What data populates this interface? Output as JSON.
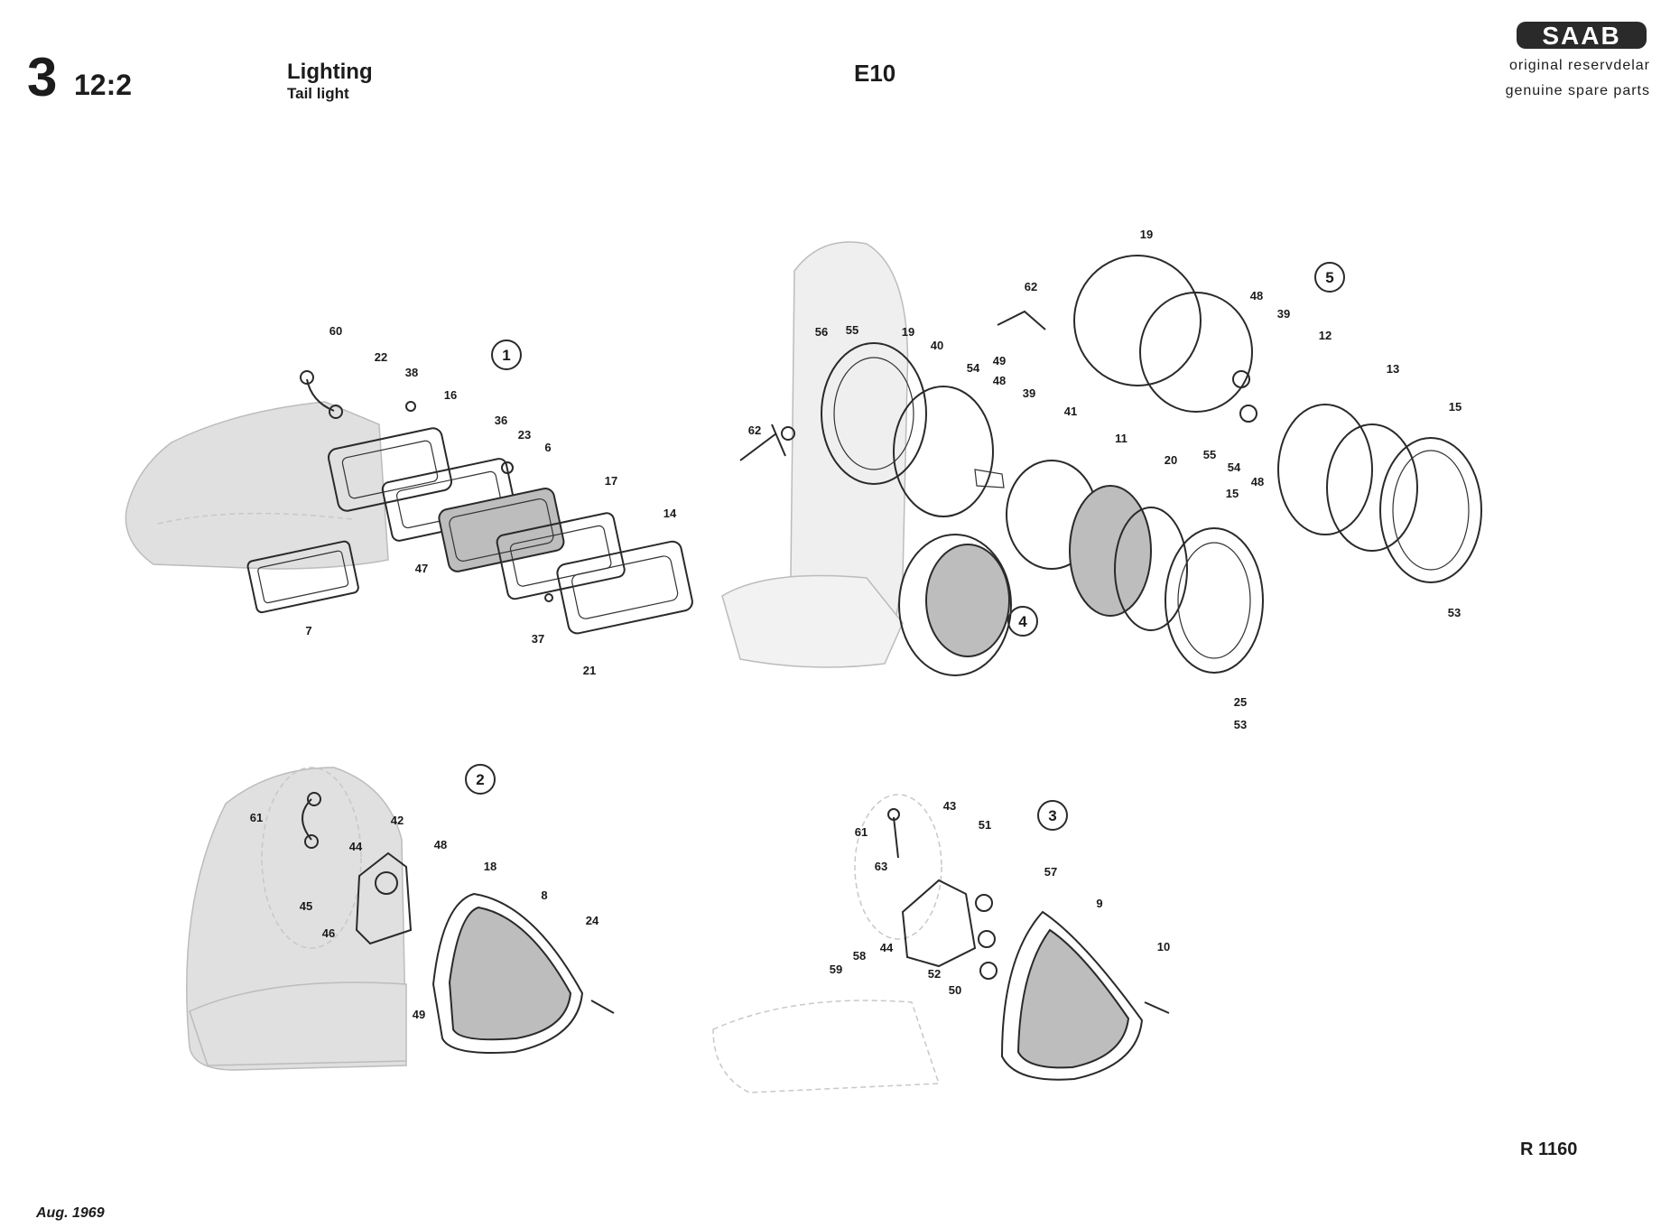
{
  "header": {
    "section_number": "3",
    "section_sub": "12:2",
    "title": "Lighting",
    "subtitle": "Tail light",
    "code": "E10"
  },
  "brand": {
    "logo_text": "SAAB",
    "line1": "original reservdelar",
    "line2": "genuine spare parts"
  },
  "footer": {
    "reference": "R  1160",
    "date": "Aug. 1969"
  },
  "diagram": {
    "group_numbers": [
      "1",
      "2",
      "3",
      "4",
      "5"
    ],
    "callouts": [
      "60",
      "22",
      "38",
      "16",
      "36",
      "23",
      "6",
      "17",
      "14",
      "7",
      "47",
      "37",
      "21",
      "62",
      "56",
      "55",
      "19",
      "40",
      "54",
      "49",
      "48",
      "39",
      "41",
      "11",
      "20",
      "15",
      "25",
      "53",
      "19",
      "62",
      "48",
      "39",
      "12",
      "13",
      "15",
      "55",
      "54",
      "48",
      "53",
      "61",
      "42",
      "44",
      "45",
      "46",
      "48",
      "18",
      "8",
      "24",
      "49",
      "61",
      "43",
      "51",
      "63",
      "57",
      "9",
      "10",
      "59",
      "58",
      "44",
      "52",
      "50"
    ]
  }
}
